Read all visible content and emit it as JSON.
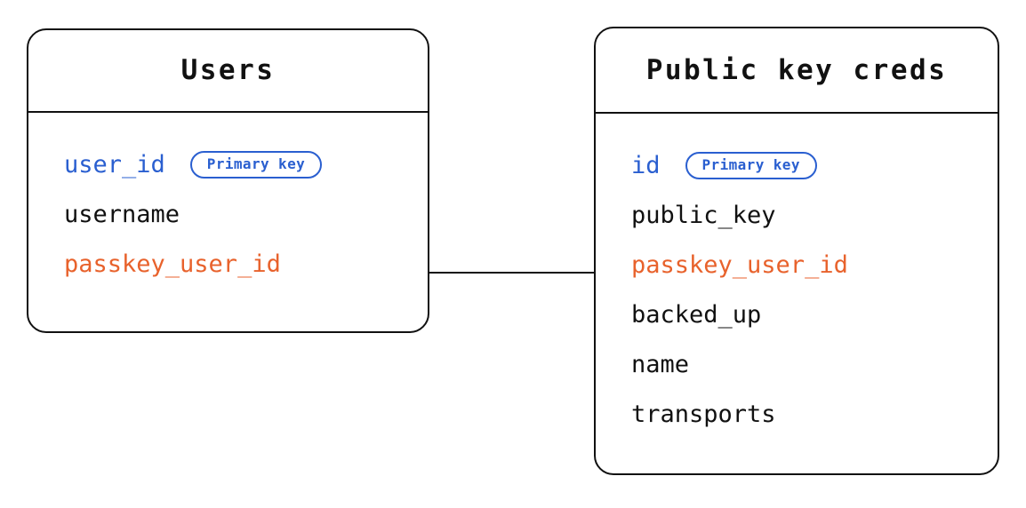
{
  "diagram": {
    "type": "entity-relationship-diagram",
    "background_color": "#ffffff",
    "colors": {
      "border": "#111111",
      "text": "#111111",
      "primary_key": "#2a5fd0",
      "foreign_key": "#e8622c"
    },
    "entities": [
      {
        "id": "users",
        "title": "Users",
        "fields": [
          {
            "name": "user_id",
            "style": "key",
            "badge": "Primary key"
          },
          {
            "name": "username",
            "style": "plain",
            "badge": null
          },
          {
            "name": "passkey_user_id",
            "style": "fk",
            "badge": null
          }
        ]
      },
      {
        "id": "public_key_creds",
        "title": "Public key creds",
        "fields": [
          {
            "name": "id",
            "style": "key",
            "badge": "Primary key"
          },
          {
            "name": "public_key",
            "style": "plain",
            "badge": null
          },
          {
            "name": "passkey_user_id",
            "style": "fk",
            "badge": null
          },
          {
            "name": "backed_up",
            "style": "plain",
            "badge": null
          },
          {
            "name": "name",
            "style": "plain",
            "badge": null
          },
          {
            "name": "transports",
            "style": "plain",
            "badge": null
          }
        ]
      }
    ],
    "relationships": [
      {
        "from": "users.passkey_user_id",
        "to": "public_key_creds.passkey_user_id",
        "label": ""
      }
    ]
  }
}
